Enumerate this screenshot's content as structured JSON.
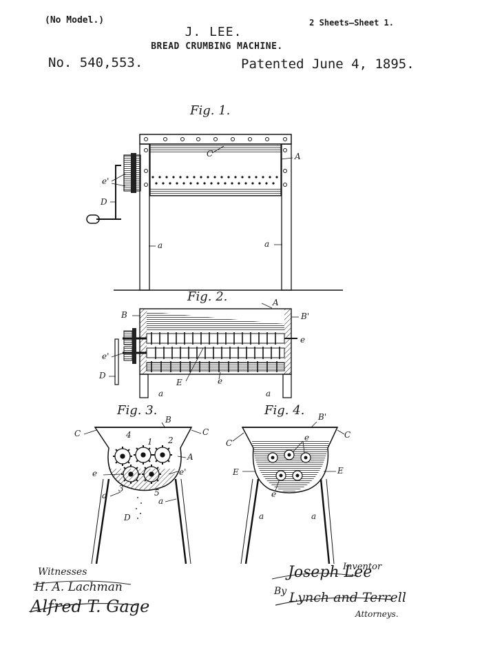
{
  "header": {
    "model": "(No Model.)",
    "sheets": "2 Sheets—Sheet 1.",
    "inventor": "J. LEE.",
    "title": "BREAD CRUMBING MACHINE.",
    "patent_number": "No. 540,553.",
    "patented": "Patented June 4, 1895."
  },
  "figures": {
    "fig1": {
      "label": "Fig. 1.",
      "refs": {
        "c": "C",
        "a_top": "A",
        "e1": "e'",
        "d": "D",
        "a_left": "a",
        "a_right": "a"
      }
    },
    "fig2": {
      "label": "Fig. 2.",
      "refs": {
        "a_top": "A",
        "b": "B",
        "b1": "B'",
        "e1": "e'",
        "e_right": "e",
        "d": "D",
        "e_upper": "E",
        "e_lower": "e",
        "a_left": "a",
        "a_right": "a"
      }
    },
    "fig3": {
      "label": "Fig. 3.",
      "refs": {
        "c_left": "C",
        "c_right": "C",
        "b": "B",
        "n4": "4",
        "n1": "1",
        "n2": "2",
        "a": "A",
        "e": "e",
        "e1": "e'",
        "n3": "3",
        "n5": "5",
        "a_left": "a",
        "a_right": "a",
        "d": "D"
      }
    },
    "fig4": {
      "label": "Fig. 4.",
      "refs": {
        "b1": "B'",
        "c_left": "C",
        "c_right": "C",
        "e_top": "e",
        "e_left": "E",
        "e_right": "E",
        "e_bottom": "e",
        "a_left": "a",
        "a_right": "a"
      }
    }
  },
  "signatures": {
    "witnesses_label": "Witnesses",
    "witness1": "H. A. Lachman",
    "witness2": "Alfred T. Gage",
    "inventor_label": "Inventor",
    "inventor_name": "Joseph Lee",
    "by": "By",
    "attorneys_names": "Lynch and Terrell",
    "attorneys_label": "Attorneys."
  }
}
